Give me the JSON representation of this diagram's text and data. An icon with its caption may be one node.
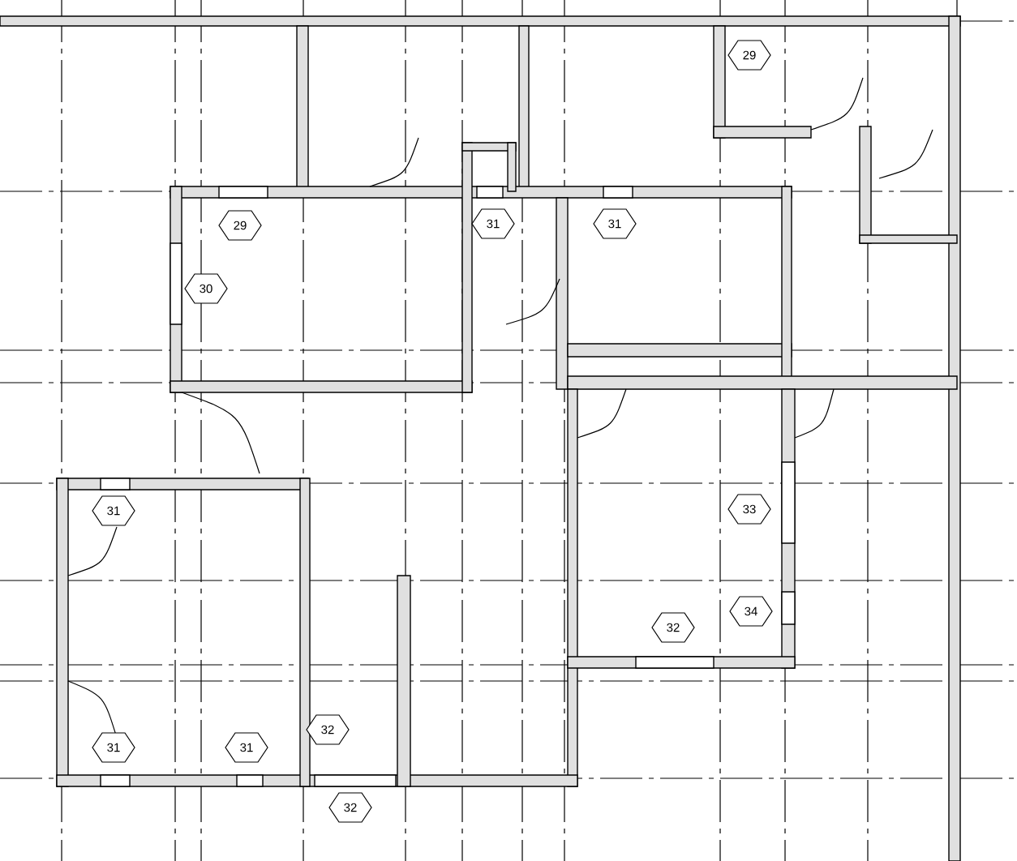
{
  "diagram": {
    "nodes": [
      {
        "text": [
          "29"
        ]
      },
      {
        "text": [
          "29"
        ]
      },
      {
        "text": [
          "31"
        ]
      },
      {
        "text": [
          "31"
        ]
      },
      {
        "text": [
          "30"
        ]
      },
      {
        "text": [
          "31"
        ]
      },
      {
        "text": [
          "33"
        ]
      },
      {
        "text": [
          "34"
        ]
      },
      {
        "text": [
          "32"
        ]
      },
      {
        "text": [
          "32"
        ]
      },
      {
        "text": [
          "31"
        ]
      },
      {
        "text": [
          "31"
        ]
      },
      {
        "text": [
          "32"
        ]
      }
    ]
  }
}
